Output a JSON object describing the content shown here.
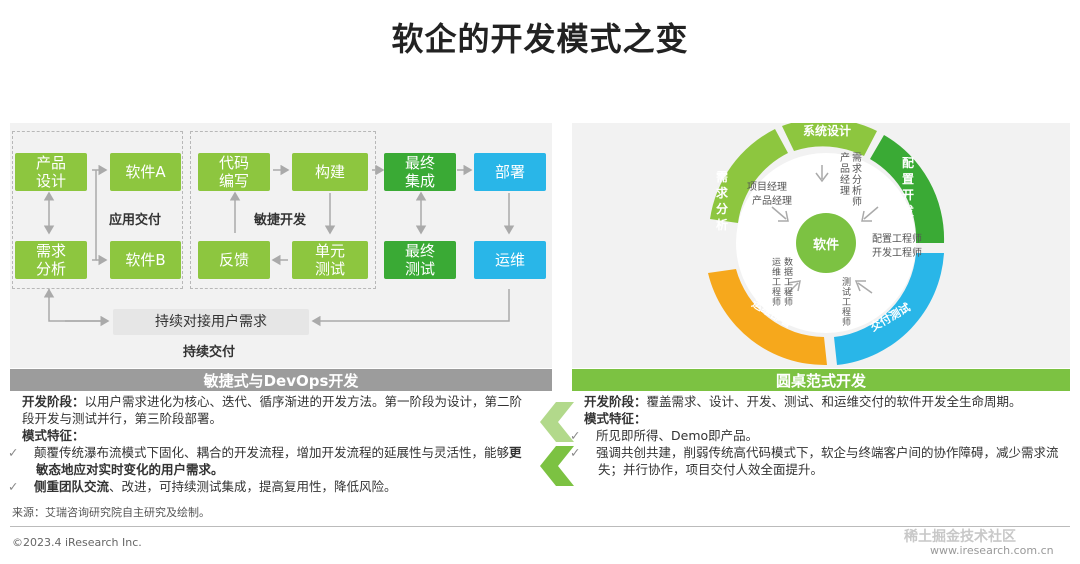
{
  "title": "软企的开发模式之变",
  "left": {
    "boxes": {
      "product_design": "产品\n设计",
      "requirement_analysis": "需求\n分析",
      "software_a": "软件A",
      "software_b": "软件B",
      "code_writing": "代码\n编写",
      "build": "构建",
      "feedback": "反馈",
      "unit_test": "单元\n测试",
      "final_integration": "最终\n集成",
      "final_test": "最终\n测试",
      "deploy": "部署",
      "ops": "运维",
      "continuous_user": "持续对接用户需求"
    },
    "labels": {
      "app_delivery": "应用交付",
      "agile_dev": "敏捷开发",
      "continuous_delivery": "持续交付"
    },
    "bar": "敏捷式与DevOps开发",
    "desc": {
      "stage_head": "开发阶段：",
      "stage_text": "以用户需求进化为核心、迭代、循序渐进的开发方法。第一阶段为设计，第二阶段开发与测试并行，第三阶段部署。",
      "feature_head": "模式特征：",
      "f1a": "颠覆传统瀑布流模式下固化、耦合的开发流程，增加开发流程的延展性与灵活性，能够",
      "f1b": "更敏态地应对实时变化的用户需求。",
      "f2a": "侧重团队交流",
      "f2b": "、改进，可持续测试集成，提高复用性，降低风险。"
    }
  },
  "right": {
    "ring": {
      "top": "系统设计",
      "right": "配置开发",
      "left": "需求分析",
      "bottom_left": "运维部署",
      "bottom_right": "交付测试",
      "center": "软件"
    },
    "roles": {
      "pm": "项目经理",
      "pd": "产品经理",
      "pd2": "产品经理",
      "ra": "需求分析师",
      "ce": "配置工程师",
      "de": "开发工程师",
      "ops1": "运维工程师",
      "ops2": "数据工程师",
      "te": "测试工程师"
    },
    "bar": "圆桌范式开发",
    "desc": {
      "stage_head": "开发阶段：",
      "stage_text": "覆盖需求、设计、开发、测试、和运维交付的软件开发全生命周期。",
      "feature_head": "模式特征：",
      "f1": "所见即所得、Demo即产品。",
      "f2": "强调共创共建，削弱传统高代码模式下，软企与终端客户间的协作障碍，减少需求流失；并行协作，项目交付人效全面提升。"
    }
  },
  "source": "来源：艾瑞咨询研究院自主研究及绘制。",
  "footer": "©2023.4 iResearch Inc.",
  "footer_right": "www.iresearch.com.cn",
  "watermark": "稀土掘金技术社区",
  "colors": {
    "light_green": "#8dc63f",
    "dark_green": "#3aaa35",
    "blue": "#29b6e8",
    "orange": "#f6a81c",
    "gray": "#9c9c9c"
  }
}
